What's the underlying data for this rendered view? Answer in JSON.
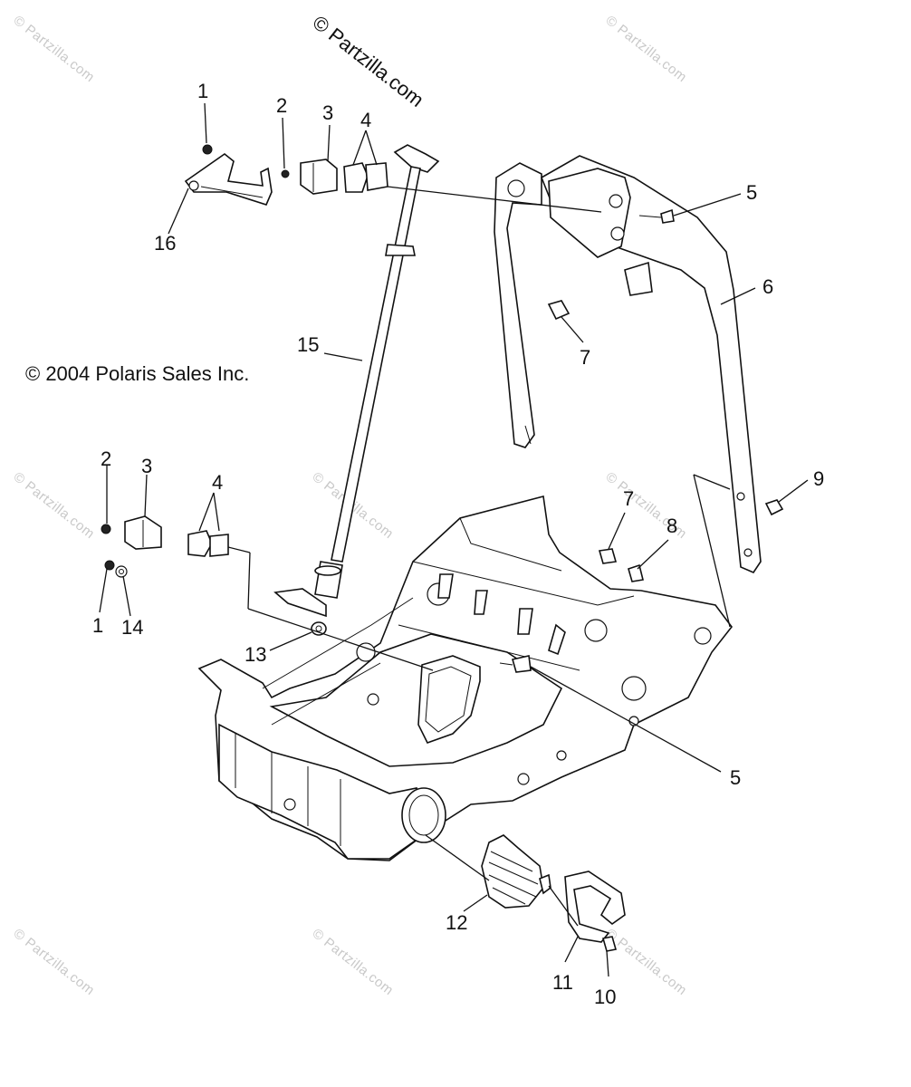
{
  "watermark_main": "© Partzilla.com",
  "watermark_repeat": "© Partzilla.com",
  "copyright": "© 2004 Polaris Sales Inc.",
  "callouts": {
    "c1_top": "1",
    "c2_top": "2",
    "c3_top": "3",
    "c4_top": "4",
    "c5_top": "5",
    "c6": "6",
    "c7_top": "7",
    "c9": "9",
    "c15": "15",
    "c16": "16",
    "c2_left": "2",
    "c3_left": "3",
    "c4_left": "4",
    "c1_left": "1",
    "c14": "14",
    "c7_mid": "7",
    "c8": "8",
    "c13": "13",
    "c5_bottom": "5",
    "c12": "12",
    "c11": "11",
    "c10": "10"
  }
}
